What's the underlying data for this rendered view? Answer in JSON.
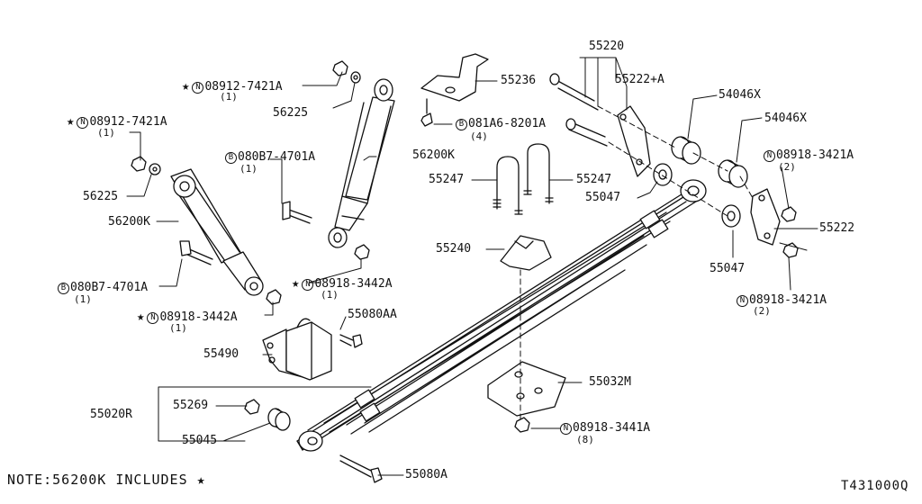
{
  "diagram": {
    "note": "NOTE:56200K INCLUDES ★",
    "code": "T431000Q",
    "symbols": {
      "star": "★",
      "nut": "N",
      "bolt": "B"
    },
    "parts": {
      "p55220": "55220",
      "p55222a": "55222+A",
      "p54046x_1": "54046X",
      "p54046x_2": "54046X",
      "p55236": "55236",
      "p081a6": "081A6-8201A",
      "p081a6_q": "(4)",
      "p56225_r": "56225",
      "p08912_r": "08912-7421A",
      "p08912_r_q": "(1)",
      "p08912_l": "08912-7421A",
      "p08912_l_q": "(1)",
      "p56225_l": "56225",
      "p56200k_r": "56200K",
      "p56200k_l": "56200K",
      "p080b7_r": "080B7-4701A",
      "p080b7_r_q": "(1)",
      "p080b7_l": "080B7-4701A",
      "p080b7_l_q": "(1)",
      "p08918_3442_r": "08918-3442A",
      "p08918_3442_r_q": "(1)",
      "p08918_3442_l": "08918-3442A",
      "p08918_3442_l_q": "(1)",
      "p55247_l": "55247",
      "p55247_r": "55247",
      "p55047_1": "55047",
      "p55047_2": "55047",
      "p08918_3421_t": "08918-3421A",
      "p08918_3421_t_q": "(2)",
      "p08918_3421_b": "08918-3421A",
      "p08918_3421_b_q": "(2)",
      "p55222": "55222",
      "p55240": "55240",
      "p55080aa": "55080AA",
      "p55490": "55490",
      "p55032m": "55032M",
      "p55269": "55269",
      "p55020r": "55020R",
      "p55045": "55045",
      "p08918_3441": "08918-3441A",
      "p08918_3441_q": "(8)",
      "p55080a": "55080A"
    }
  }
}
